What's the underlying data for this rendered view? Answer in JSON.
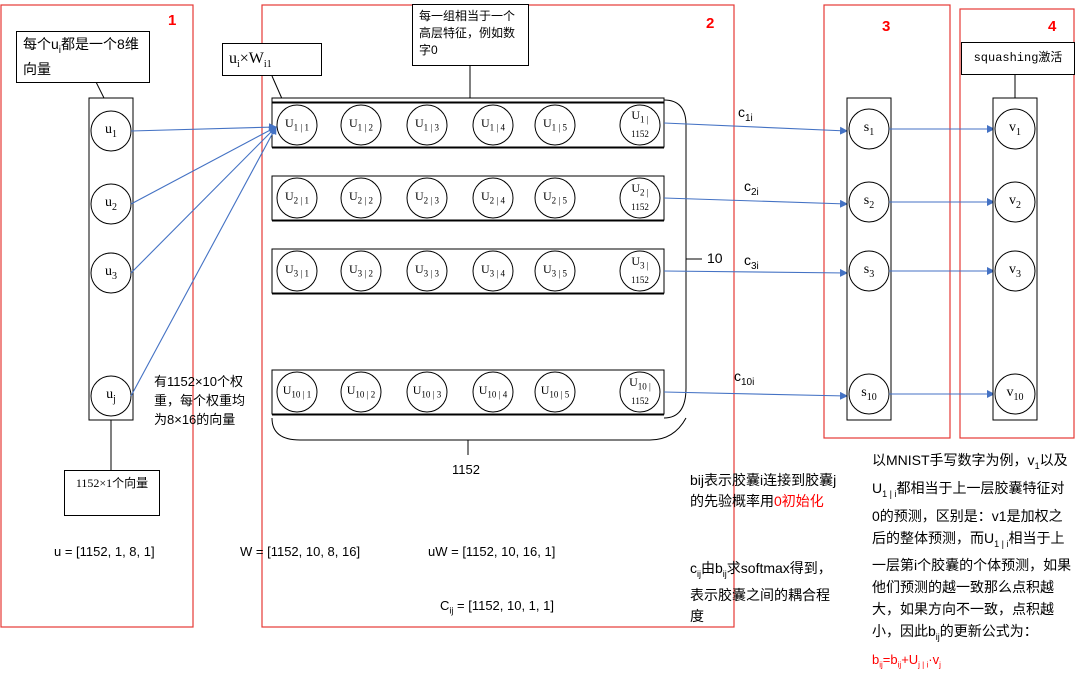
{
  "colors": {
    "section_border": "#e53935",
    "arrow": "#4472c4",
    "accent_text": "#ff0000",
    "stroke": "#000000"
  },
  "sections": {
    "s1": "1",
    "s2": "2",
    "s3": "3",
    "s4": "4"
  },
  "callouts": {
    "u_each_prefix": "每个u",
    "u_each_sub": "i",
    "u_each_suffix": "都是一个8维向量",
    "uw_u": "u",
    "uw_u_sub": "i",
    "uw_times": "×W",
    "uw_w_sub": "i1",
    "group": "每一组相当于一个高层特征，例如数字0",
    "squash": "squashing激活",
    "u_shape_box": "1152×1个向量"
  },
  "u_nodes": [
    {
      "base": "u",
      "sub": "1"
    },
    {
      "base": "u",
      "sub": "2"
    },
    {
      "base": "u",
      "sub": "3"
    },
    {
      "base": "u",
      "sub": "j"
    }
  ],
  "matrix_rows": [
    {
      "cells": [
        {
          "base": "U",
          "sub": "1 | 1"
        },
        {
          "base": "U",
          "sub": "1 | 2"
        },
        {
          "base": "U",
          "sub": "1 | 3"
        },
        {
          "base": "U",
          "sub": "1 | 4"
        },
        {
          "base": "U",
          "sub": "1 | 5"
        }
      ],
      "last_top": "U",
      "last_sub": "1 |",
      "last_bottom": "1152"
    },
    {
      "cells": [
        {
          "base": "U",
          "sub": "2 | 1"
        },
        {
          "base": "U",
          "sub": "2 | 2"
        },
        {
          "base": "U",
          "sub": "2 | 3"
        },
        {
          "base": "U",
          "sub": "2 | 4"
        },
        {
          "base": "U",
          "sub": "2 | 5"
        }
      ],
      "last_top": "U",
      "last_sub": "2 |",
      "last_bottom": "1152"
    },
    {
      "cells": [
        {
          "base": "U",
          "sub": "3 | 1"
        },
        {
          "base": "U",
          "sub": "3 | 2"
        },
        {
          "base": "U",
          "sub": "3 | 3"
        },
        {
          "base": "U",
          "sub": "3 | 4"
        },
        {
          "base": "U",
          "sub": "3 | 5"
        }
      ],
      "last_top": "U",
      "last_sub": "3 |",
      "last_bottom": "1152"
    },
    {
      "cells": [
        {
          "base": "U",
          "sub": "10 | 1"
        },
        {
          "base": "U",
          "sub": "10 | 2"
        },
        {
          "base": "U",
          "sub": "10 | 3"
        },
        {
          "base": "U",
          "sub": "10 | 4"
        },
        {
          "base": "U",
          "sub": "10 | 5"
        }
      ],
      "last_top": "U",
      "last_sub": "10 |",
      "last_bottom": "1152"
    }
  ],
  "c_labels": [
    {
      "base": "c",
      "sub": "1i"
    },
    {
      "base": "c",
      "sub": "2i"
    },
    {
      "base": "c",
      "sub": "3i"
    },
    {
      "base": "c",
      "sub": "10i"
    }
  ],
  "s_nodes": [
    {
      "base": "s",
      "sub": "1"
    },
    {
      "base": "s",
      "sub": "2"
    },
    {
      "base": "s",
      "sub": "3"
    },
    {
      "base": "s",
      "sub": "10"
    }
  ],
  "v_nodes": [
    {
      "base": "v",
      "sub": "1"
    },
    {
      "base": "v",
      "sub": "2"
    },
    {
      "base": "v",
      "sub": "3"
    },
    {
      "base": "v",
      "sub": "10"
    }
  ],
  "brace_labels": {
    "right": "10",
    "bottom": "1152"
  },
  "weights_note": "有1152×10个权重，每个权重均为8×16的向量",
  "shapes": {
    "u": "u = [1152, 1,  8, 1]",
    "w": "W = [1152, 10, 8, 16]",
    "uw": "uW = [1152, 10, 16, 1]",
    "cij_prefix": "C",
    "cij_sub": "ij",
    "cij_suffix": " = [1152, 10, 1, 1]"
  },
  "bij_note": {
    "text": "bij表示胶囊i连接到胶囊j的先验概率用",
    "red": "0初始化"
  },
  "cij_note": {
    "prefix": "c",
    "sub": "ij",
    "mid": "由b",
    "sub2": "ij",
    "suffix": "求softmax得到，表示胶囊之间的耦合程度"
  },
  "mnist_note": {
    "line1": "以MNIST手写数字为例，v",
    "line1_sub": "1",
    "line2": "以及U",
    "line2_sub": "1 | i",
    "line2_rest": "都相当于上一层胶囊特征对0的预测，区别是：v1是加权之后的整体预测，而U",
    "line3_sub": "1 | i",
    "line3_rest": "相当于上一层第i个胶囊的个体预测，如果他们预测的越一致那么点积越大，如果方向不一致，点积越小，因此b",
    "line4_sub": "ij",
    "line4_rest": "的更新公式为：",
    "formula": "b",
    "formula_sub1": "ij",
    "formula_mid": "=b",
    "formula_sub2": "ij",
    "formula_plus": "+U",
    "formula_sub3": "j | i",
    "formula_dot": "·v",
    "formula_sub4": "j"
  }
}
